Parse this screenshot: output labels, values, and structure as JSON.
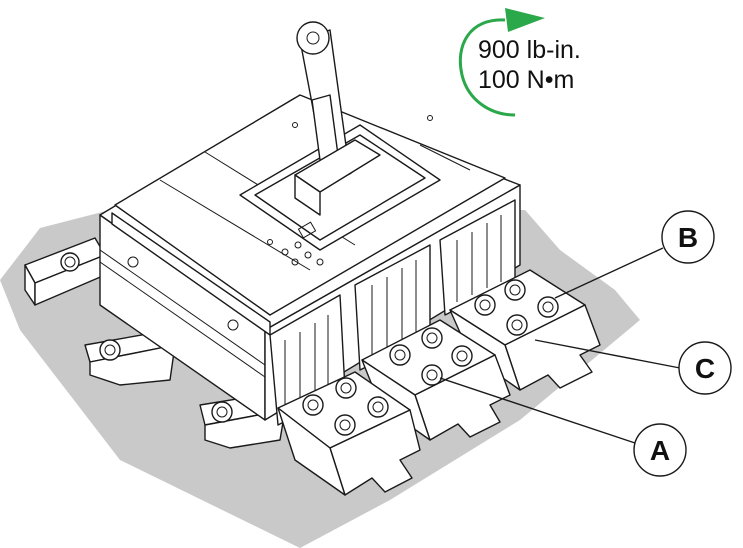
{
  "torque": {
    "line1": "900 lb-in.",
    "line2": "100 N•m",
    "arrow_color": "#2aa84a"
  },
  "callouts": {
    "a": "A",
    "b": "B",
    "c": "C"
  },
  "colors": {
    "shadow": "#c9c9c9",
    "outline": "#1a1a1a"
  }
}
